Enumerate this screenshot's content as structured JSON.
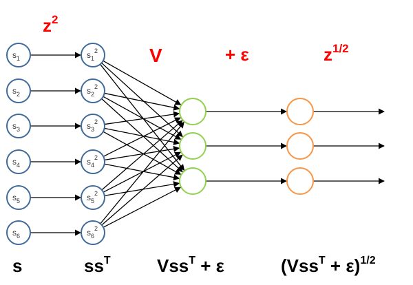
{
  "colors": {
    "input_node": "#3f6a99",
    "hidden_node": "#92d050",
    "output_node": "#f79646",
    "op_label": "#ff0000",
    "edge": "#000000"
  },
  "op_labels": {
    "square": "z",
    "square_exp": "2",
    "matrix": "V",
    "add_eps": "+ ε",
    "sqrt": "z",
    "sqrt_exp": "1/2"
  },
  "input_nodes": [
    {
      "base": "s",
      "sub": "1"
    },
    {
      "base": "s",
      "sub": "2"
    },
    {
      "base": "s",
      "sub": "3"
    },
    {
      "base": "s",
      "sub": "4"
    },
    {
      "base": "s",
      "sub": "5"
    },
    {
      "base": "s",
      "sub": "6"
    }
  ],
  "squared_nodes": [
    {
      "base": "s",
      "sub": "1",
      "sup": "2"
    },
    {
      "base": "s",
      "sub": "2",
      "sup": "2"
    },
    {
      "base": "s",
      "sub": "3",
      "sup": "2"
    },
    {
      "base": "s",
      "sub": "4",
      "sup": "2"
    },
    {
      "base": "s",
      "sub": "5",
      "sup": "2"
    },
    {
      "base": "s",
      "sub": "6",
      "sup": "2"
    }
  ],
  "hidden_count": 3,
  "output_count": 3,
  "bottom_labels": {
    "s": "s",
    "sst_base": "ss",
    "sst_sup": "T",
    "vsst_base": "Vss",
    "vsst_sup": "T",
    "vsst_tail": " + ε",
    "final_open": "(Vss",
    "final_sup_t": "T",
    "final_mid": " + ε)",
    "final_exp": "1/2"
  }
}
